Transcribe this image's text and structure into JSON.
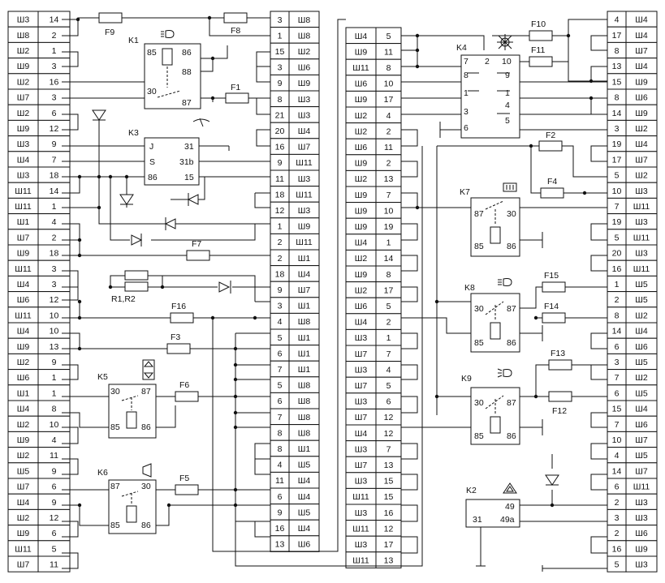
{
  "blocks": [
    {
      "id": "b1",
      "rows": [
        [
          "Ш3",
          "14"
        ],
        [
          "Ш8",
          "2"
        ],
        [
          "Ш2",
          "1"
        ],
        [
          "Ш9",
          "3"
        ],
        [
          "Ш2",
          "16"
        ],
        [
          "Ш7",
          "3"
        ],
        [
          "Ш2",
          "6"
        ],
        [
          "Ш9",
          "12"
        ],
        [
          "Ш3",
          "9"
        ],
        [
          "Ш4",
          "7"
        ],
        [
          "Ш3",
          "18"
        ],
        [
          "Ш11",
          "14"
        ],
        [
          "Ш11",
          "1"
        ],
        [
          "Ш1",
          "4"
        ],
        [
          "Ш7",
          "2"
        ],
        [
          "Ш9",
          "18"
        ],
        [
          "Ш11",
          "3"
        ],
        [
          "Ш4",
          "3"
        ],
        [
          "Ш6",
          "12"
        ],
        [
          "Ш11",
          "10"
        ],
        [
          "Ш4",
          "10"
        ],
        [
          "Ш9",
          "13"
        ],
        [
          "Ш2",
          "9"
        ],
        [
          "Ш6",
          "1"
        ],
        [
          "Ш1",
          "1"
        ],
        [
          "Ш4",
          "8"
        ],
        [
          "Ш2",
          "10"
        ],
        [
          "Ш9",
          "4"
        ],
        [
          "Ш2",
          "11"
        ],
        [
          "Ш5",
          "9"
        ],
        [
          "Ш7",
          "6"
        ],
        [
          "Ш4",
          "9"
        ],
        [
          "Ш2",
          "12"
        ],
        [
          "Ш9",
          "6"
        ],
        [
          "Ш11",
          "5"
        ],
        [
          "Ш7",
          "11"
        ]
      ]
    },
    {
      "id": "b2",
      "rows": [
        [
          "3",
          "Ш8"
        ],
        [
          "1",
          "Ш8"
        ],
        [
          "15",
          "Ш2"
        ],
        [
          "3",
          "Ш6"
        ],
        [
          "9",
          "Ш9"
        ],
        [
          "8",
          "Ш3"
        ],
        [
          "21",
          "Ш3"
        ],
        [
          "20",
          "Ш4"
        ],
        [
          "16",
          "Ш7"
        ],
        [
          "9",
          "Ш11"
        ],
        [
          "11",
          "Ш3"
        ],
        [
          "18",
          "Ш11"
        ],
        [
          "12",
          "Ш3"
        ],
        [
          "1",
          "Ш9"
        ],
        [
          "2",
          "Ш11"
        ],
        [
          "2",
          "Ш1"
        ],
        [
          "18",
          "Ш4"
        ],
        [
          "9",
          "Ш7"
        ],
        [
          "3",
          "Ш1"
        ],
        [
          "4",
          "Ш8"
        ],
        [
          "5",
          "Ш1"
        ],
        [
          "6",
          "Ш1"
        ],
        [
          "7",
          "Ш1"
        ],
        [
          "5",
          "Ш8"
        ],
        [
          "6",
          "Ш8"
        ],
        [
          "7",
          "Ш8"
        ],
        [
          "8",
          "Ш8"
        ],
        [
          "8",
          "Ш1"
        ],
        [
          "4",
          "Ш5"
        ],
        [
          "11",
          "Ш4"
        ],
        [
          "6",
          "Ш4"
        ],
        [
          "9",
          "Ш5"
        ],
        [
          "16",
          "Ш4"
        ],
        [
          "13",
          "Ш6"
        ]
      ]
    },
    {
      "id": "b3",
      "rows": [
        [
          "Ш4",
          "5"
        ],
        [
          "Ш9",
          "11"
        ],
        [
          "Ш11",
          "8"
        ],
        [
          "Ш6",
          "10"
        ],
        [
          "Ш9",
          "17"
        ],
        [
          "Ш2",
          "4"
        ],
        [
          "Ш2",
          "2"
        ],
        [
          "Ш6",
          "11"
        ],
        [
          "Ш9",
          "2"
        ],
        [
          "Ш2",
          "13"
        ],
        [
          "Ш9",
          "7"
        ],
        [
          "Ш9",
          "10"
        ],
        [
          "Ш9",
          "19"
        ],
        [
          "Ш4",
          "1"
        ],
        [
          "Ш2",
          "14"
        ],
        [
          "Ш9",
          "8"
        ],
        [
          "Ш2",
          "17"
        ],
        [
          "Ш6",
          "5"
        ],
        [
          "Ш4",
          "2"
        ],
        [
          "Ш3",
          "1"
        ],
        [
          "Ш7",
          "7"
        ],
        [
          "Ш3",
          "4"
        ],
        [
          "Ш7",
          "5"
        ],
        [
          "Ш3",
          "6"
        ],
        [
          "Ш7",
          "12"
        ],
        [
          "Ш4",
          "12"
        ],
        [
          "Ш3",
          "7"
        ],
        [
          "Ш7",
          "13"
        ],
        [
          "Ш3",
          "15"
        ],
        [
          "Ш11",
          "15"
        ],
        [
          "Ш3",
          "16"
        ],
        [
          "Ш11",
          "12"
        ],
        [
          "Ш3",
          "17"
        ],
        [
          "Ш11",
          "13"
        ]
      ]
    },
    {
      "id": "b4",
      "rows": [
        [
          "4",
          "Ш4"
        ],
        [
          "17",
          "Ш4"
        ],
        [
          "8",
          "Ш7"
        ],
        [
          "13",
          "Ш4"
        ],
        [
          "15",
          "Ш9"
        ],
        [
          "8",
          "Ш6"
        ],
        [
          "14",
          "Ш9"
        ],
        [
          "3",
          "Ш2"
        ],
        [
          "19",
          "Ш4"
        ],
        [
          "17",
          "Ш7"
        ],
        [
          "5",
          "Ш2"
        ],
        [
          "10",
          "Ш3"
        ],
        [
          "7",
          "Ш11"
        ],
        [
          "19",
          "Ш3"
        ],
        [
          "5",
          "Ш11"
        ],
        [
          "20",
          "Ш3"
        ],
        [
          "16",
          "Ш11"
        ],
        [
          "1",
          "Ш5"
        ],
        [
          "2",
          "Ш5"
        ],
        [
          "8",
          "Ш2"
        ],
        [
          "14",
          "Ш4"
        ],
        [
          "6",
          "Ш6"
        ],
        [
          "3",
          "Ш5"
        ],
        [
          "7",
          "Ш2"
        ],
        [
          "6",
          "Ш5"
        ],
        [
          "15",
          "Ш4"
        ],
        [
          "7",
          "Ш6"
        ],
        [
          "10",
          "Ш7"
        ],
        [
          "4",
          "Ш5"
        ],
        [
          "14",
          "Ш7"
        ],
        [
          "6",
          "Ш11"
        ],
        [
          "2",
          "Ш3"
        ],
        [
          "3",
          "Ш3"
        ],
        [
          "2",
          "Ш6"
        ],
        [
          "16",
          "Ш9"
        ],
        [
          "5",
          "Ш3"
        ]
      ]
    }
  ],
  "labels": {
    "F9": "F9",
    "F8": "F8",
    "F1": "F1",
    "F7": "F7",
    "F16": "F16",
    "F3": "F3",
    "F6": "F6",
    "F5": "F5",
    "F10": "F10",
    "F11": "F11",
    "F2": "F2",
    "F4": "F4",
    "F15": "F15",
    "F14": "F14",
    "F13": "F13",
    "F12": "F12",
    "K1": "K1",
    "K3": "K3",
    "K4": "K4",
    "K5": "K5",
    "K6": "K6",
    "K7": "K7",
    "K8": "K8",
    "K9": "K9",
    "K2": "K2",
    "R12": "R1,R2"
  },
  "pins": {
    "k1": [
      "85",
      "86",
      "88",
      "30",
      "87"
    ],
    "k3": [
      "J",
      "31",
      "S",
      "31b",
      "86",
      "15"
    ],
    "k4": [
      "7",
      "2",
      "10",
      "8",
      "9",
      "1",
      "1",
      "3",
      "4",
      "6",
      "5"
    ],
    "k5": [
      "30",
      "87",
      "85",
      "86"
    ],
    "k6": [
      "87",
      "30",
      "85",
      "86"
    ],
    "k7": [
      "87",
      "30",
      "85",
      "86"
    ],
    "k8": [
      "30",
      "87",
      "85",
      "86"
    ],
    "k9": [
      "30",
      "87",
      "85",
      "86"
    ],
    "k2": [
      "49",
      "31",
      "49a"
    ]
  },
  "icons": {
    "k1": "low-beam-lamp-icon",
    "k3": "wiper-icon",
    "k4": "turn-signal-icon",
    "k5": "mirror-heat-icon",
    "k6": "horn-icon",
    "k7": "rear-window-heater-icon",
    "k8": "high-beam-lamp-icon",
    "k9": "fog-lamp-icon",
    "k2": "hazard-warning-icon"
  }
}
